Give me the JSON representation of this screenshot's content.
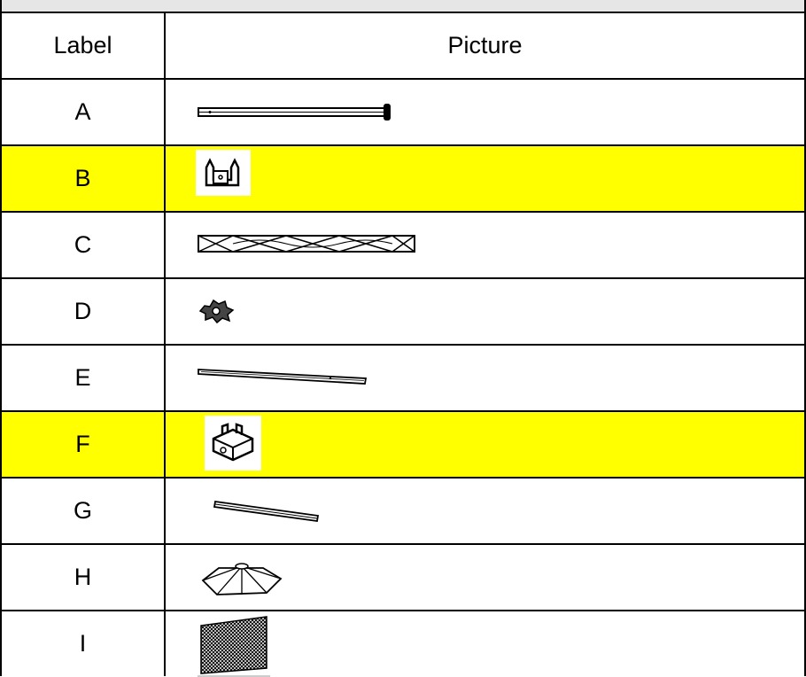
{
  "table": {
    "headers": {
      "label": "Label",
      "picture": "Picture"
    },
    "rows": [
      {
        "label": "A",
        "icon": "pole-icon",
        "highlight": false
      },
      {
        "label": "B",
        "icon": "bracket-icon",
        "highlight": true,
        "highlight_color": "#ffff00"
      },
      {
        "label": "C",
        "icon": "truss-icon",
        "highlight": false
      },
      {
        "label": "D",
        "icon": "hub-icon",
        "highlight": false
      },
      {
        "label": "E",
        "icon": "rib-icon",
        "highlight": false
      },
      {
        "label": "F",
        "icon": "base-block-icon",
        "highlight": true,
        "highlight_color": "#ffff00"
      },
      {
        "label": "G",
        "icon": "bar-icon",
        "highlight": false
      },
      {
        "label": "H",
        "icon": "canopy-frame-icon",
        "highlight": false
      },
      {
        "label": "I",
        "icon": "mesh-panel-icon",
        "highlight": false
      }
    ]
  }
}
